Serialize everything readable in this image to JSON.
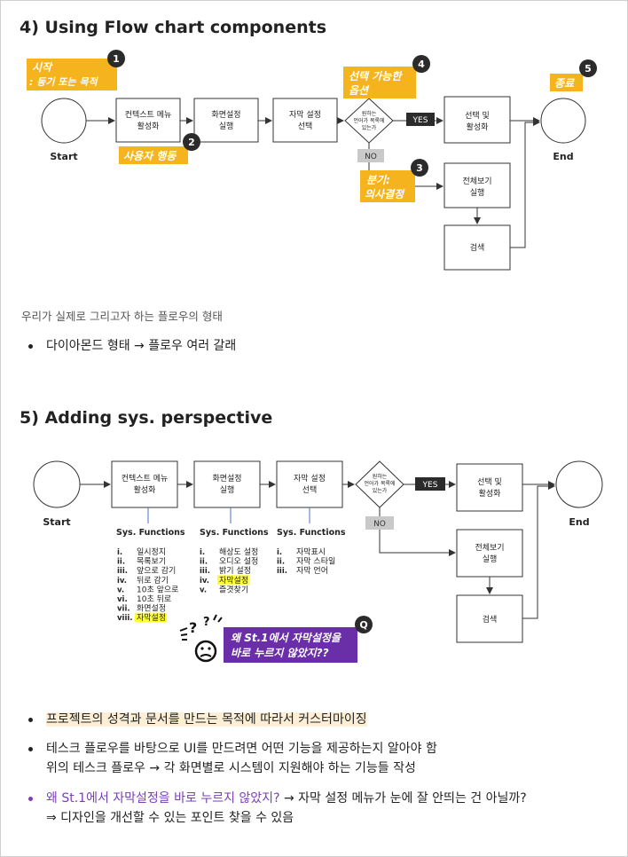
{
  "section4": {
    "title": "4) Using Flow chart components",
    "diagram": {
      "start": "Start",
      "end": "End",
      "step1": [
        "컨텍스트 메뉴",
        "활성화"
      ],
      "step2": [
        "화면설정",
        "실행"
      ],
      "step3": [
        "자막 설정",
        "선택"
      ],
      "decision": [
        "원하는",
        "언어가 목록에",
        "있는가"
      ],
      "yes": "YES",
      "no": "NO",
      "select": [
        "선택 및",
        "활성화"
      ],
      "fullview": [
        "전체보기",
        "실행"
      ],
      "search": "검색",
      "callouts": {
        "c1_num": "1",
        "c1_line1": "시작",
        "c1_line2": ": 동기 또는 목적",
        "c2_num": "2",
        "c2": "사용자 행동",
        "c3_num": "3",
        "c3_line1": "분기:",
        "c3_line2": "의사결정",
        "c4_num": "4",
        "c4_line1": "선택 가능한",
        "c4_line2": "옵션",
        "c5_num": "5",
        "c5": "종료"
      }
    },
    "caption": "우리가 실제로 그리고자 하는 플로우의 형태",
    "bullet": "다이아몬드 형태 → 플로우 여러 갈래"
  },
  "section5": {
    "title": "5) Adding sys. perspective",
    "diagram": {
      "start": "Start",
      "end": "End",
      "step1": [
        "컨텍스트 메뉴",
        "활성화"
      ],
      "step2": [
        "화면설정",
        "실행"
      ],
      "step3": [
        "자막 설정",
        "선택"
      ],
      "decision": [
        "원하는",
        "언어가 목록에",
        "있는가"
      ],
      "yes": "YES",
      "no": "NO",
      "select": [
        "선택 및",
        "활성화"
      ],
      "fullview": [
        "전체보기",
        "실행"
      ],
      "search": "검색",
      "sysfn_title": "Sys. Functions",
      "sys1": [
        {
          "n": "i.",
          "t": "일시정지"
        },
        {
          "n": "ii.",
          "t": "목록보기"
        },
        {
          "n": "iii.",
          "t": "앞으로 감기"
        },
        {
          "n": "iv.",
          "t": "뒤로 감기"
        },
        {
          "n": "v.",
          "t": "10초 앞으로"
        },
        {
          "n": "vi.",
          "t": "10초 뒤로"
        },
        {
          "n": "vii.",
          "t": "화면설정"
        },
        {
          "n": "viii.",
          "t": "자막설정",
          "hl": true
        }
      ],
      "sys2": [
        {
          "n": "i.",
          "t": "해상도 설정"
        },
        {
          "n": "ii.",
          "t": "오디오 설정"
        },
        {
          "n": "iii.",
          "t": "밝기 설정"
        },
        {
          "n": "iv.",
          "t": "자막설정",
          "hl": true
        },
        {
          "n": "v.",
          "t": "즐겻찾기"
        }
      ],
      "sys3": [
        {
          "n": "i.",
          "t": "자막표시"
        },
        {
          "n": "ii.",
          "t": "자막 스타일"
        },
        {
          "n": "iii.",
          "t": "자막 언어"
        }
      ],
      "question_badge": "Q",
      "question_line1": "왜 St.1에서 자막설정을",
      "question_line2": "바로 누르지 않았지??"
    },
    "bullets": {
      "b1": "프로젝트의 성격과 문서를 만드는 목적에 따라서 커스터마이징",
      "b2_line1": "테스크 플로우를 바탕으로 UI를 만드려면 어떤 기능을 제공하는지 알아야 함",
      "b2_line2": "위의 테스크 플로우 → 각 화면별로 시스템이 지원해야 하는 기능들 작성",
      "b3_purple": "왜 St.1에서 자막설정을 바로 누르지 않았지?",
      "b3_rest": " → 자막 설정 메뉴가 눈에 잘 안띄는 건 아닐까?",
      "b3_line2": "⇒ 디자인을 개선할 수 있는 포인트 찾을 수 있음"
    }
  },
  "colors": {
    "callout": "#f5b41e",
    "badge": "#2b2b2b",
    "purple": "#6a2ea8",
    "highlight": "#ffff33",
    "no_gray": "#c9c9c9"
  }
}
